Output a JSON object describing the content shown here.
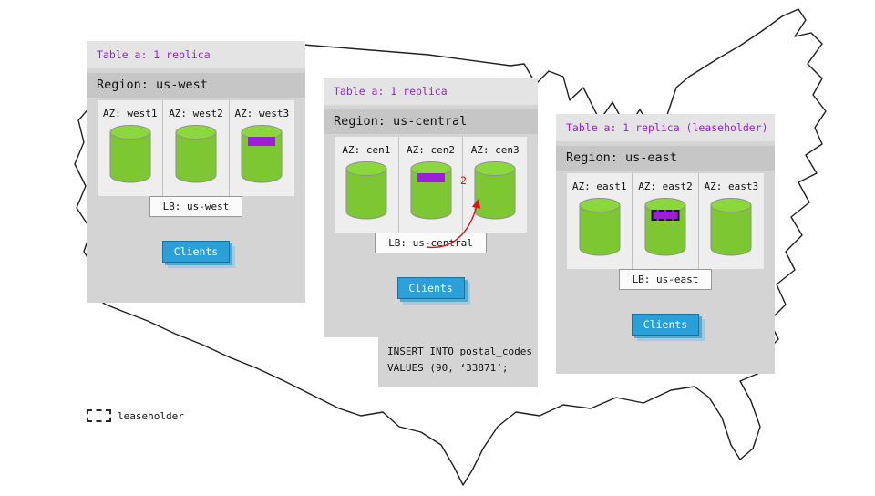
{
  "colors": {
    "purple": "#9a1fd6",
    "green": "#7dc832",
    "greenTop": "#8bd83d",
    "blue": "#2b9fd8",
    "red": "#d91616"
  },
  "panels": [
    {
      "id": "us-west",
      "table_label": "Table a: 1 replica",
      "region_label": "Region: us-west",
      "azs": [
        {
          "label": "AZ: west1",
          "range_marker": false,
          "leaseholder": false
        },
        {
          "label": "AZ: west2",
          "range_marker": false,
          "leaseholder": false
        },
        {
          "label": "AZ: west3",
          "range_marker": true,
          "leaseholder": false
        }
      ],
      "lb_label": "LB: us-west",
      "clients_label": "Clients"
    },
    {
      "id": "us-central",
      "table_label": "Table a: 1 replica",
      "region_label": "Region: us-central",
      "azs": [
        {
          "label": "AZ: cen1",
          "range_marker": false,
          "leaseholder": false
        },
        {
          "label": "AZ: cen2",
          "range_marker": true,
          "leaseholder": false
        },
        {
          "label": "AZ: cen3",
          "range_marker": false,
          "leaseholder": false
        }
      ],
      "lb_label": "LB: us-central",
      "clients_label": "Clients",
      "arrow_label": "2"
    },
    {
      "id": "us-east",
      "table_label": "Table a: 1 replica (leaseholder)",
      "region_label": "Region: us-east",
      "azs": [
        {
          "label": "AZ: east1",
          "range_marker": false,
          "leaseholder": false
        },
        {
          "label": "AZ: east2",
          "range_marker": true,
          "leaseholder": true
        },
        {
          "label": "AZ: east3",
          "range_marker": false,
          "leaseholder": false
        }
      ],
      "lb_label": "LB: us-east",
      "clients_label": "Clients"
    }
  ],
  "sql_box": {
    "lines": [
      "INSERT INTO postal_codes",
      "VALUES (90, ‘33871’;"
    ]
  },
  "legend": {
    "label": "leaseholder"
  }
}
